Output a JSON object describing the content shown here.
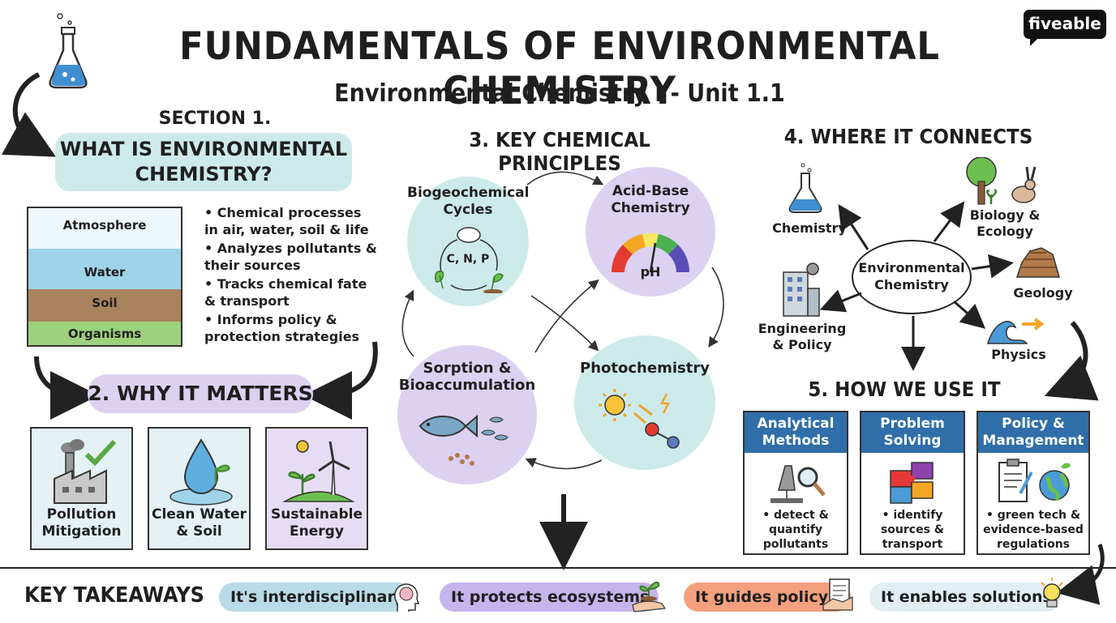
{
  "header": {
    "title": "FUNDAMENTALS OF ENVIRONMENTAL CHEMISTRY",
    "subtitle": "Environmental Chemistry I - Unit 1.1",
    "logo": "fiveable"
  },
  "section1": {
    "label": "SECTION 1.",
    "heading_line1": "WHAT IS ENVIRONMENTAL",
    "heading_line2": "CHEMISTRY?",
    "layers": [
      "Atmosphere",
      "Water",
      "Soil",
      "Organisms"
    ],
    "bullets": [
      "• Chemical processes in air, water, soil & life",
      "• Analyzes pollutants & their sources",
      "• Tracks chemical fate & transport",
      "• Informs policy & protection strategies"
    ]
  },
  "section2": {
    "heading": "2. WHY IT MATTERS",
    "cards": [
      {
        "line1": "Pollution",
        "line2": "Mitigation"
      },
      {
        "line1": "Clean Water",
        "line2": "& Soil"
      },
      {
        "line1": "Sustainable",
        "line2": "Energy"
      }
    ]
  },
  "section3": {
    "heading": "3. KEY CHEMICAL PRINCIPLES",
    "principles": [
      {
        "line1": "Biogeochemical",
        "line2": "Cycles",
        "detail": "C, N, P"
      },
      {
        "line1": "Acid-Base",
        "line2": "Chemistry",
        "detail": "pH"
      },
      {
        "line1": "Sorption &",
        "line2": "Bioaccumulation",
        "detail": ""
      },
      {
        "line1": "Photochemistry",
        "line2": "",
        "detail": ""
      }
    ]
  },
  "section4": {
    "heading": "4. WHERE IT CONNECTS",
    "hub_line1": "Environmental",
    "hub_line2": "Chemistry",
    "fields": {
      "chemistry": "Chemistry",
      "biology_line1": "Biology &",
      "biology_line2": "Ecology",
      "geology": "Geology",
      "engineering_line1": "Engineering",
      "engineering_line2": "& Policy",
      "physics": "Physics"
    }
  },
  "section5": {
    "heading": "5. HOW WE USE IT",
    "uses": [
      {
        "head1": "Analytical",
        "head2": "Methods",
        "b1": "• detect &",
        "b2": "quantify",
        "b3": "pollutants"
      },
      {
        "head1": "Problem",
        "head2": "Solving",
        "b1": "• identify",
        "b2": "sources &",
        "b3": "transport"
      },
      {
        "head1": "Policy &",
        "head2": "Management",
        "b1": "• green tech &",
        "b2": "evidence-based",
        "b3": "regulations"
      }
    ]
  },
  "takeaways": {
    "label": "KEY TAKEAWAYS",
    "items": [
      "It's interdisciplinary",
      "It protects ecosystems",
      "It guides policy",
      "It enables solutions"
    ]
  },
  "colors": {
    "teal": "#cdeaea",
    "lavender": "#dcd1f1",
    "blue_header": "#2f6ea8",
    "coral": "#f4a07f",
    "pale_blue": "#e1eef4"
  }
}
